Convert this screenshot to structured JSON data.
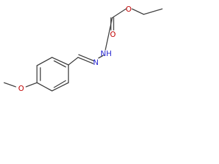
{
  "molecule": {
    "atoms": {
      "ester_o_upper": {
        "symbol": "O",
        "color": "#c00000"
      },
      "carbonyl_o": {
        "symbol": "O",
        "color": "#c00000"
      },
      "hydrazone_nh": {
        "symbol": "NH",
        "color": "#2a2ad0"
      },
      "hydrazone_n": {
        "symbol": "N",
        "color": "#2a2ad0"
      },
      "methoxy_o": {
        "symbol": "O",
        "color": "#c00000"
      }
    },
    "bond_color": "#3a3a3a"
  }
}
